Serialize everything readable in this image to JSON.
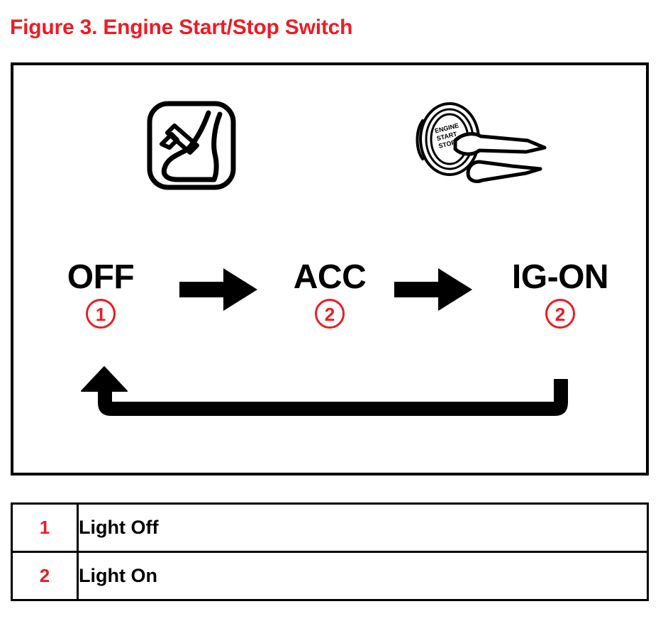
{
  "figure": {
    "title": "Figure 3.  Engine Start/Stop Switch",
    "title_color": "#ec1c24"
  },
  "diagram": {
    "icons": [
      {
        "name": "brake-pedal-icon",
        "description": "Foot pressing brake pedal"
      },
      {
        "name": "engine-start-stop-button-icon",
        "description": "Finger pressing push button"
      }
    ],
    "button_text": {
      "line1": "ENGINE",
      "line2": "START",
      "line3": "STOP"
    },
    "states": [
      {
        "label": "OFF",
        "marker": "1"
      },
      {
        "label": "ACC",
        "marker": "2"
      },
      {
        "label": "IG-ON",
        "marker": "2"
      }
    ],
    "arrows": {
      "forward_count": 2,
      "loopback": "IG-ON returns to OFF"
    }
  },
  "legend": {
    "rows": [
      {
        "num": "1",
        "desc": "Light Off"
      },
      {
        "num": "2",
        "desc": "Light On"
      }
    ]
  },
  "colors": {
    "red": "#ec1c24",
    "black": "#000000",
    "background": "#ffffff"
  }
}
